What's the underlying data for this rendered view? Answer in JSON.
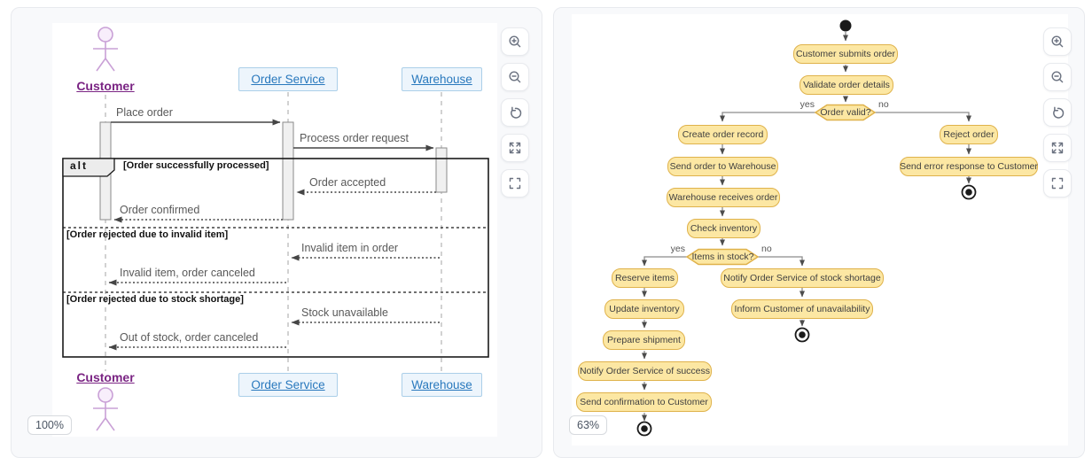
{
  "left_panel": {
    "zoom_badge": "100%",
    "diagram_type": "sequence-diagram",
    "participants": {
      "customer": "Customer",
      "order_service": "Order Service",
      "warehouse": "Warehouse"
    },
    "messages": {
      "place_order": "Place order",
      "process_order_request": "Process order request",
      "order_accepted": "Order accepted",
      "order_confirmed": "Order confirmed",
      "invalid_item_in_order": "Invalid item in order",
      "invalid_item_canceled": "Invalid item, order canceled",
      "stock_unavailable": "Stock unavailable",
      "out_of_stock_canceled": "Out of stock, order canceled"
    },
    "alt_frame": {
      "keyword": "alt",
      "condition_success": "[Order successfully processed]",
      "condition_invalid": "[Order rejected due to invalid item]",
      "condition_shortage": "[Order rejected due to stock shortage]"
    }
  },
  "right_panel": {
    "zoom_badge": "63%",
    "diagram_type": "activity-diagram",
    "nodes": {
      "submit": "Customer submits order",
      "validate": "Validate order details",
      "create_record": "Create order record",
      "send_to_warehouse": "Send order to Warehouse",
      "warehouse_receives": "Warehouse receives order",
      "check_inventory": "Check inventory",
      "reserve_items": "Reserve items",
      "update_inventory": "Update inventory",
      "prepare_shipment": "Prepare shipment",
      "notify_success": "Notify Order Service of success",
      "send_confirmation": "Send confirmation to Customer",
      "notify_shortage": "Notify Order Service of stock shortage",
      "inform_unavailability": "Inform Customer of unavailability",
      "reject_order": "Reject order",
      "send_error": "Send error response to Customer"
    },
    "decisions": {
      "order_valid": {
        "label": "Order valid?",
        "yes": "yes",
        "no": "no"
      },
      "items_in_stock": {
        "label": "Items in stock?",
        "yes": "yes",
        "no": "no"
      }
    }
  },
  "controls": {
    "icons": [
      "zoom-in",
      "zoom-out",
      "reset-view",
      "fullscreen",
      "fit-view"
    ]
  },
  "colors": {
    "activity_fill": "#fce7a3",
    "activity_border": "#dfb24b",
    "participant_fill": "#edf5fc",
    "participant_border": "#abcfe9",
    "participant_text": "#2878bd",
    "actor_stroke": "#c9a0d6",
    "actor_text": "#7a2483",
    "arrow": "#454545"
  }
}
